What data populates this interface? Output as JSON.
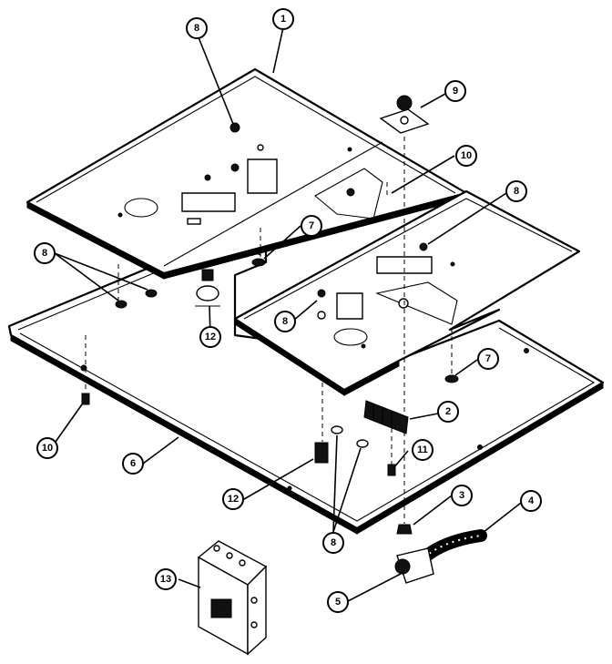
{
  "diagram": {
    "callouts": [
      {
        "id": "c-1",
        "label": "1"
      },
      {
        "id": "c-2",
        "label": "2"
      },
      {
        "id": "c-3",
        "label": "3"
      },
      {
        "id": "c-4",
        "label": "4"
      },
      {
        "id": "c-5",
        "label": "5"
      },
      {
        "id": "c-6",
        "label": "6"
      },
      {
        "id": "c-7a",
        "label": "7"
      },
      {
        "id": "c-7b",
        "label": "7"
      },
      {
        "id": "c-8a",
        "label": "8"
      },
      {
        "id": "c-8b",
        "label": "8"
      },
      {
        "id": "c-8c",
        "label": "8"
      },
      {
        "id": "c-8d",
        "label": "8"
      },
      {
        "id": "c-8e",
        "label": "8"
      },
      {
        "id": "c-9",
        "label": "9"
      },
      {
        "id": "c-10a",
        "label": "10"
      },
      {
        "id": "c-10b",
        "label": "10"
      },
      {
        "id": "c-11",
        "label": "11"
      },
      {
        "id": "c-12a",
        "label": "12"
      },
      {
        "id": "c-12b",
        "label": "12"
      },
      {
        "id": "c-13",
        "label": "13"
      }
    ]
  }
}
